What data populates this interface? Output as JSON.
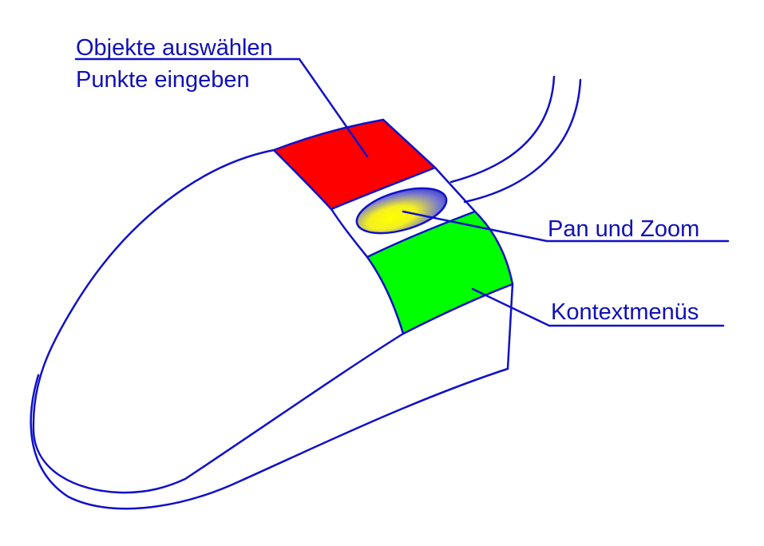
{
  "labels": {
    "left_button_line1": "Objekte auswählen",
    "left_button_line2": "Punkte eingeben",
    "wheel": "Pan und Zoom",
    "right_button": "Kontextmenüs"
  },
  "colors": {
    "outline": "#1010c8",
    "text": "#1010b8",
    "left_button": "#ff0000",
    "right_button": "#00ff00",
    "wheel_center": "#ffff00",
    "wheel_edge": "#1a1acc",
    "background": "#ffffff"
  }
}
